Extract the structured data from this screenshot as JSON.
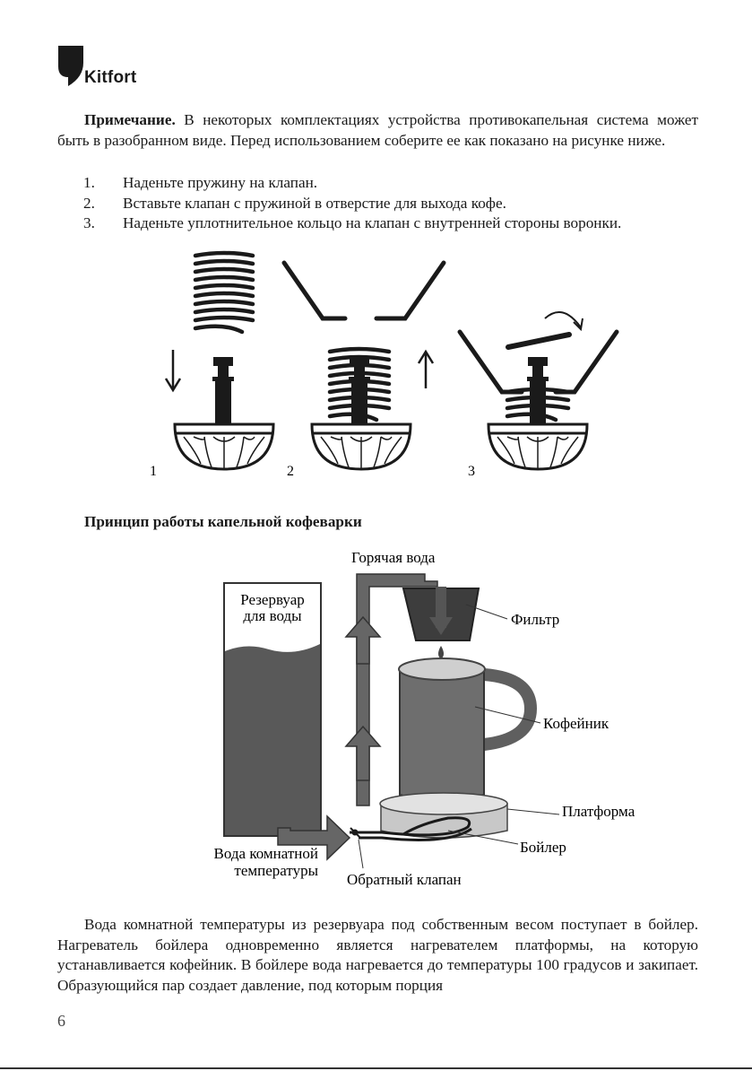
{
  "header": {
    "brand": "Kitfort"
  },
  "note": {
    "label": "Примечание.",
    "text": " В некоторых комплектациях устройства противокапельная система может быть в разобранном виде. Перед использованием соберите ее как показано на рисунке ниже."
  },
  "steps": [
    {
      "num": "1.",
      "text": "Наденьте пружину на клапан."
    },
    {
      "num": "2.",
      "text": "Вставьте клапан с пружиной в отверстие для выхода кофе."
    },
    {
      "num": "3.",
      "text": "Наденьте уплотнительное кольцо на клапан с внутренней стороны воронки."
    }
  ],
  "assembly_figure": {
    "labels": [
      "1",
      "2",
      "3"
    ]
  },
  "section_title": "Принцип работы капельной кофеварки",
  "diagram": {
    "hot_water": "Горячая вода",
    "reservoir_line1": "Резервуар",
    "reservoir_line2": "для воды",
    "filter": "Фильтр",
    "carafe": "Кофейник",
    "platform": "Платформа",
    "boiler": "Бойлер",
    "room_water_line1": "Вода комнатной",
    "room_water_line2": "температуры",
    "check_valve": "Обратный клапан"
  },
  "body_text": "Вода комнатной температуры из резервуара под собственным весом поступает в бойлер. Нагреватель бойлера одновременно является нагревателем платформы, на которую устанавливается кофейник. В бойлере вода нагревается до температуры 100 градусов и закипает. Образующийся пар создает давление, под которым порция",
  "page_number": "6"
}
